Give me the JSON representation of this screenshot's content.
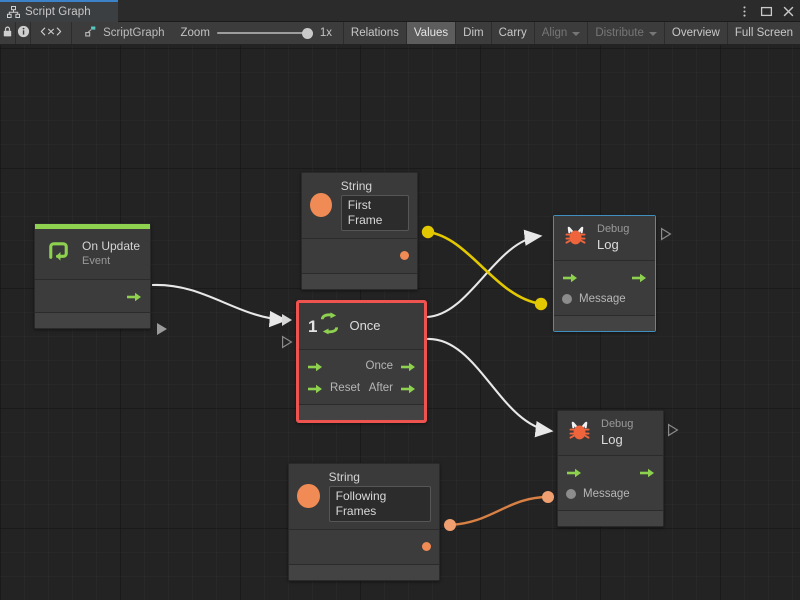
{
  "window": {
    "tab_label": "Script Graph",
    "tab_icon": "script-graph-icon",
    "controls": [
      {
        "name": "more-options",
        "icon": "kebab-menu-icon"
      },
      {
        "name": "maximize",
        "icon": "maximize-icon"
      },
      {
        "name": "close",
        "icon": "close-icon"
      }
    ]
  },
  "toolbar": {
    "lock_icon": "lock-icon",
    "info_icon": "info-icon",
    "code_icon": "code-brackets-icon",
    "breadcrumb_label": "ScriptGraph",
    "breadcrumb_icon": "script-machine-icon",
    "zoom_label": "Zoom",
    "zoom_value": "1x",
    "zoom_percent": 100,
    "buttons": [
      {
        "label": "Relations",
        "state": "normal"
      },
      {
        "label": "Values",
        "state": "active"
      },
      {
        "label": "Dim",
        "state": "normal"
      },
      {
        "label": "Carry",
        "state": "normal"
      },
      {
        "label": "Align",
        "state": "disabled",
        "dropdown": true
      },
      {
        "label": "Distribute",
        "state": "disabled",
        "dropdown": true
      },
      {
        "label": "Overview",
        "state": "normal"
      },
      {
        "label": "Full Screen",
        "state": "normal"
      }
    ]
  },
  "graph": {
    "nodes": {
      "on_update": {
        "title": "On Update",
        "subtitle": "Event",
        "icon": "on-update-loop-icon",
        "accent_color": "#8ed14f"
      },
      "string_first": {
        "title": "String",
        "value": "First Frame",
        "icon": "string-value-icon"
      },
      "string_following": {
        "title": "String",
        "value": "Following Frames",
        "icon": "string-value-icon"
      },
      "once": {
        "title": "Once",
        "badge": "1",
        "icon": "once-arrows-icon",
        "selected": true,
        "selection_color": "#ef5350",
        "input_reset": "Reset",
        "output_once": "Once",
        "output_after": "After"
      },
      "debug_log_top": {
        "title": "Debug",
        "subtitle": "Log",
        "icon": "debug-bug-icon",
        "port_message": "Message",
        "highlighted": true,
        "highlight_color": "#3f8fc0"
      },
      "debug_log_bottom": {
        "title": "Debug",
        "subtitle": "Log",
        "icon": "debug-bug-icon",
        "port_message": "Message",
        "highlighted": false
      }
    },
    "wires": [
      {
        "name": "on-update-to-once",
        "type": "flow",
        "color": "#e8e8e8"
      },
      {
        "name": "once-out-to-debug-top",
        "type": "flow",
        "color": "#e8e8e8"
      },
      {
        "name": "after-out-to-debug-bottom",
        "type": "flow",
        "color": "#e8e8e8"
      },
      {
        "name": "string-first-to-debug-top-message",
        "type": "value",
        "color": "#e2c800"
      },
      {
        "name": "string-following-to-debug-bottom-message",
        "type": "value",
        "color": "#d98044"
      }
    ]
  }
}
